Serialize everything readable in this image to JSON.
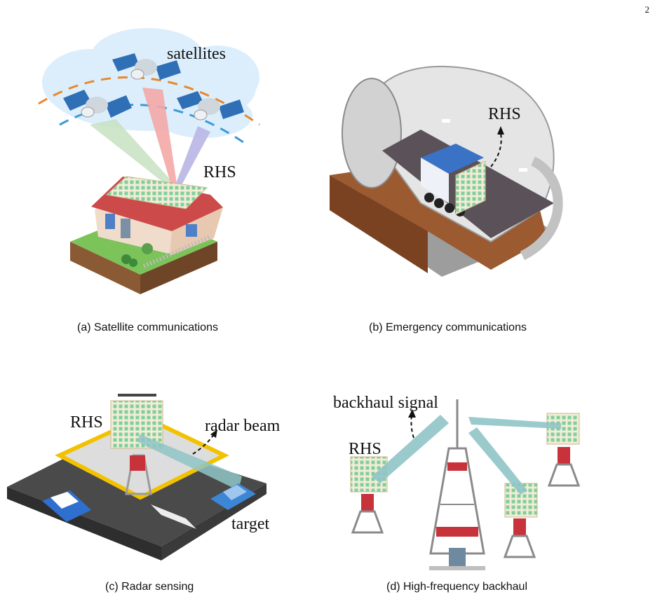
{
  "page_number": "2",
  "panels": {
    "a": {
      "caption": "(a) Satellite communications",
      "labels": {
        "satellites": "satellites",
        "rhs": "RHS"
      }
    },
    "b": {
      "caption": "(b) Emergency communications",
      "labels": {
        "rhs": "RHS"
      }
    },
    "c": {
      "caption": "(c) Radar sensing",
      "labels": {
        "rhs": "RHS",
        "radar_beam": "radar beam",
        "target": "target"
      }
    },
    "d": {
      "caption": "(d) High-frequency backhaul",
      "labels": {
        "rhs": "RHS",
        "backhaul_signal": "backhaul signal"
      }
    }
  },
  "colors": {
    "rhs_panel": "#f3ecd6",
    "rhs_cell": "#7fcf9c",
    "beam_green": "#c7e2c2",
    "beam_pink": "#f4a7a7",
    "beam_violet": "#b9b5e6",
    "beam_teal": "#8fc4c6",
    "tower_red": "#c8323a",
    "cloud": "#dceefc",
    "tunnel": "#e5e5e5",
    "road": "#4a4a4a"
  }
}
